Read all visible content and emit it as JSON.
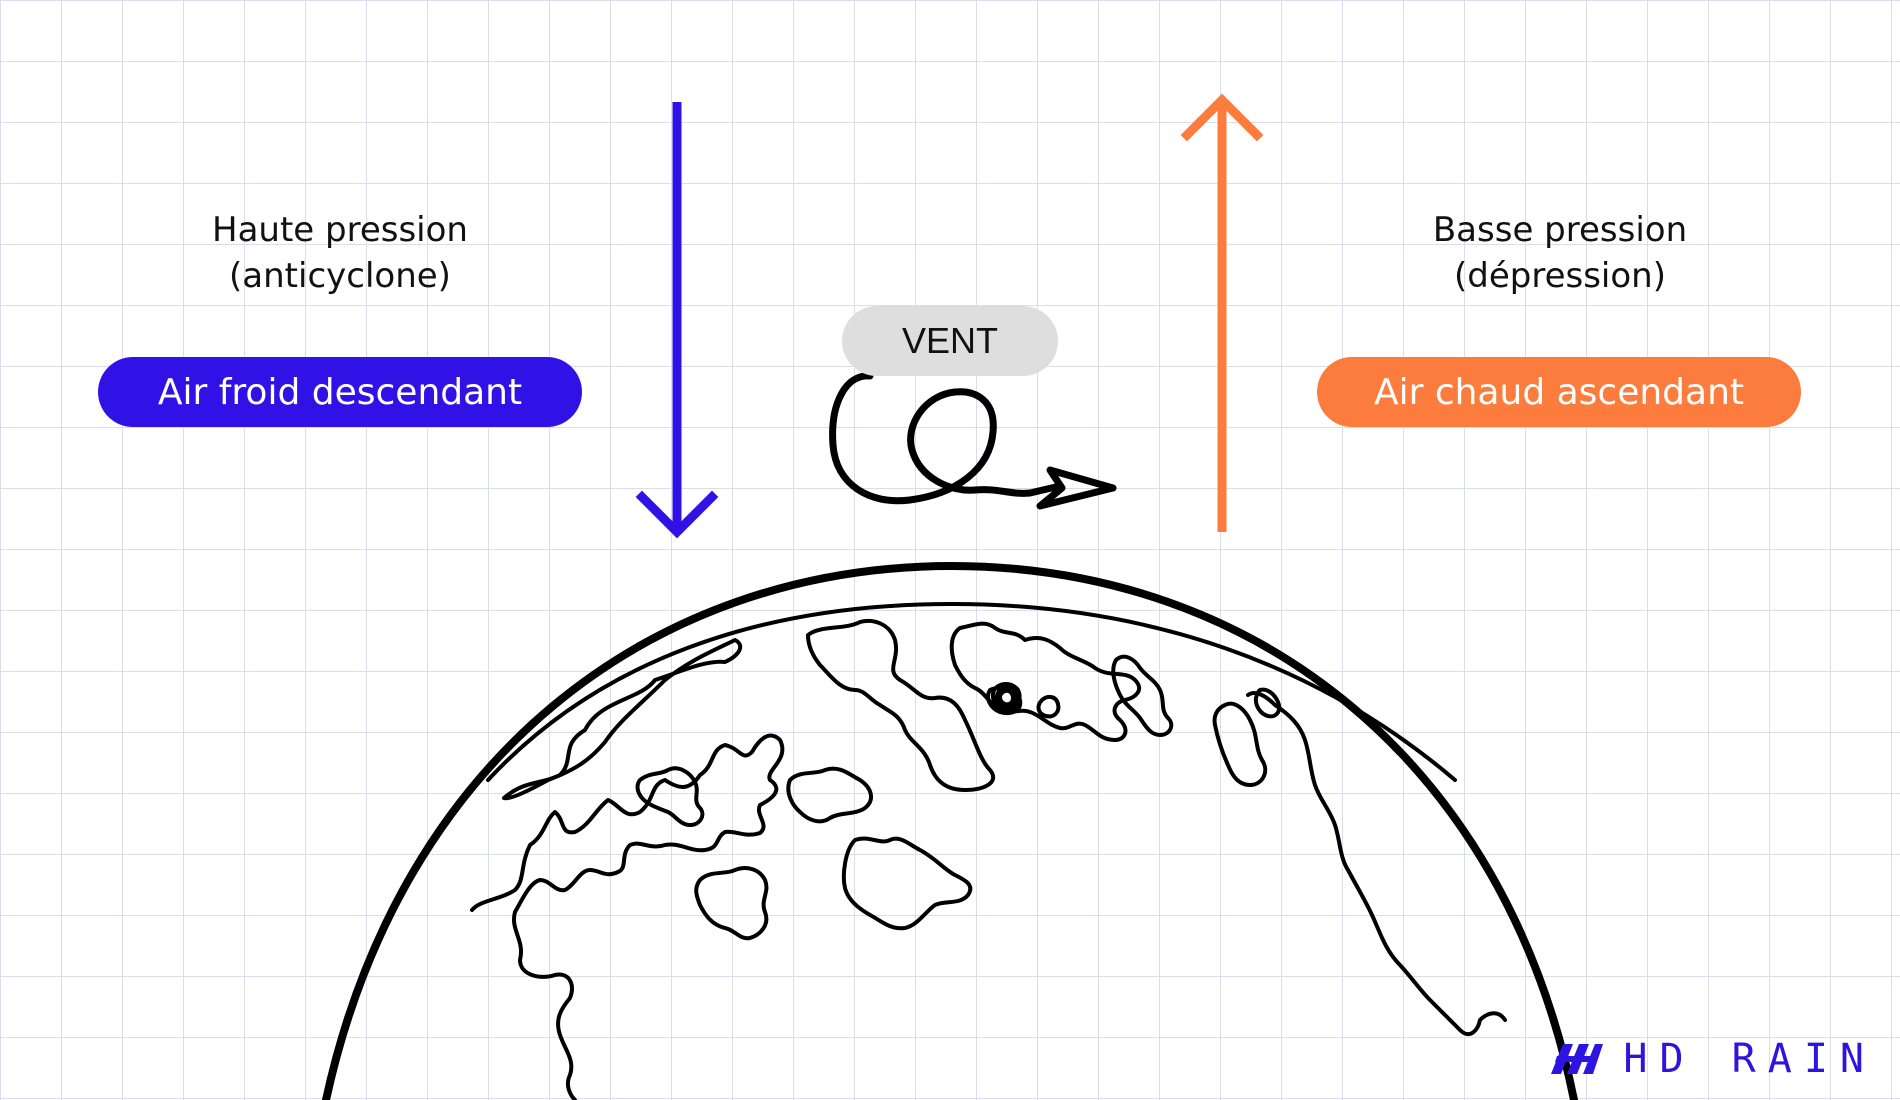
{
  "labels": {
    "high_pressure_line1": "Haute pression",
    "high_pressure_line2": "(anticyclone)",
    "low_pressure_line1": "Basse pression",
    "low_pressure_line2": "(dépression)",
    "cold_air": "Air froid descendant",
    "hot_air": "Air chaud ascendant",
    "wind": "VENT"
  },
  "brand": {
    "name": "HD RAIN"
  },
  "colors": {
    "cold": "#3112e6",
    "hot": "#fb7c3c",
    "wind_pill": "#dedede",
    "grid": "#dcdcef",
    "line": "#000000",
    "brand": "#2d14e0"
  }
}
